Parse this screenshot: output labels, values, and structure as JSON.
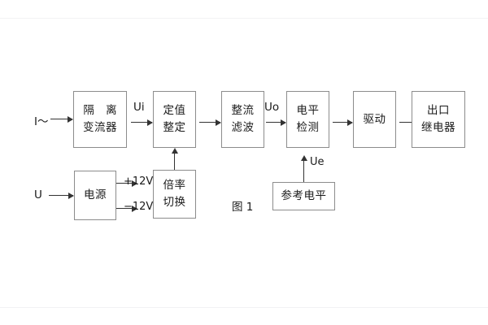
{
  "figure": {
    "caption": "图 1"
  },
  "blocks": {
    "isolation_ct": {
      "line1": "隔 离",
      "line2": "变流器"
    },
    "setting": {
      "line1": "定值",
      "line2": "整定"
    },
    "rectify_filter": {
      "line1": "整流",
      "line2": "滤波"
    },
    "level_detect": {
      "line1": "电平",
      "line2": "检测"
    },
    "drive": {
      "line1": "驱动"
    },
    "output_relay": {
      "line1": "出口",
      "line2": "继电器"
    },
    "power_supply": {
      "line1": "电源"
    },
    "multiplier_switch": {
      "line1": "倍率",
      "line2": "切换"
    },
    "reference_level": {
      "line1": "参考电平"
    }
  },
  "signals": {
    "current_input": "I～",
    "voltage_input": "U",
    "ui": "Ui",
    "uo": "Uo",
    "ue": "Ue",
    "supply_positive": "+12V",
    "supply_negative": "−12V"
  },
  "colors": {
    "box_border": "#8c8c8c",
    "line": "#333333",
    "text": "#1a1a1a",
    "background": "#ffffff"
  }
}
